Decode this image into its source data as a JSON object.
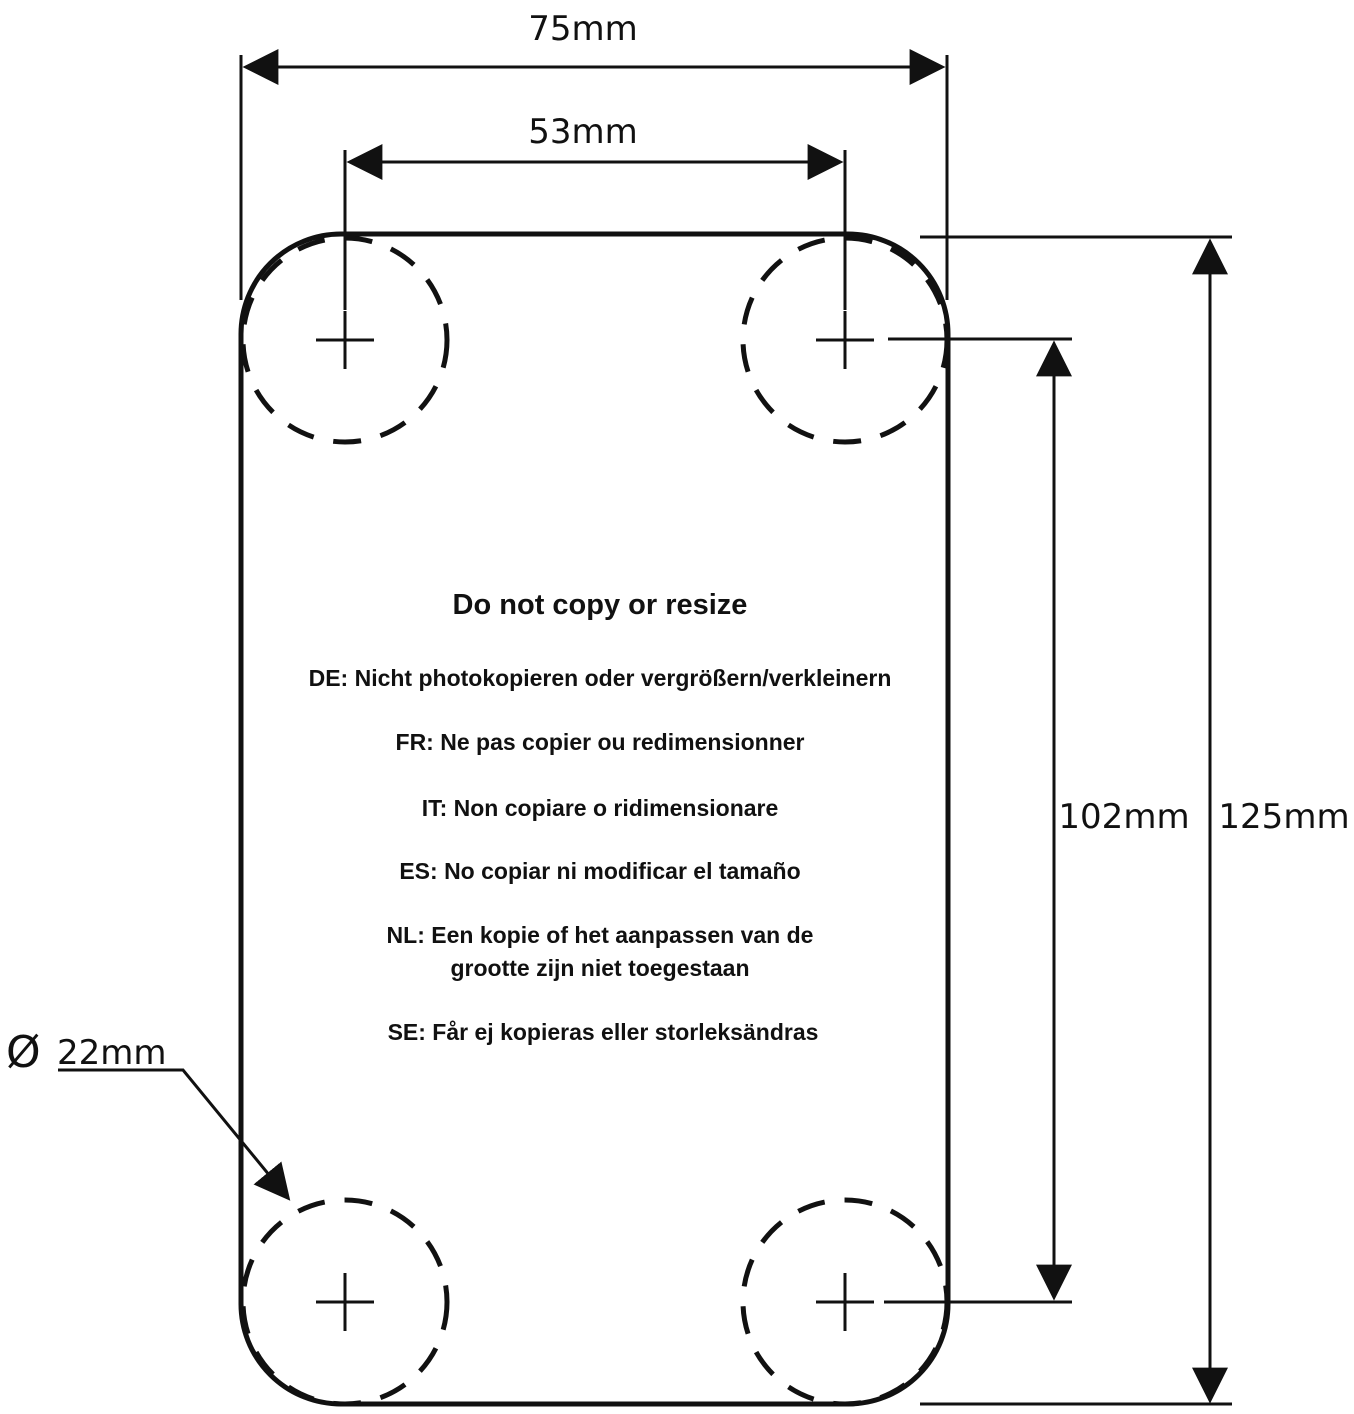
{
  "colors": {
    "ink": "#111111",
    "background": "#ffffff"
  },
  "dimensions": {
    "width_outer": "75mm",
    "width_holes": "53mm",
    "height_holes": "102mm",
    "height_outer": "125mm",
    "hole_diameter_symbol": "Ø",
    "hole_diameter": "22mm"
  },
  "notice": {
    "title": "Do not copy or resize",
    "lines": [
      "DE: Nicht photokopieren oder vergrößern/verkleinern",
      "FR: Ne pas copier ou redimensionner",
      "IT: Non copiare o ridimensionare",
      "ES: No copiar ni modificar el tamaño",
      "NL: Een kopie of het aanpassen van de",
      "grootte zijn niet toegestaan",
      "SE: Får ej kopieras eller storleksändras"
    ]
  }
}
